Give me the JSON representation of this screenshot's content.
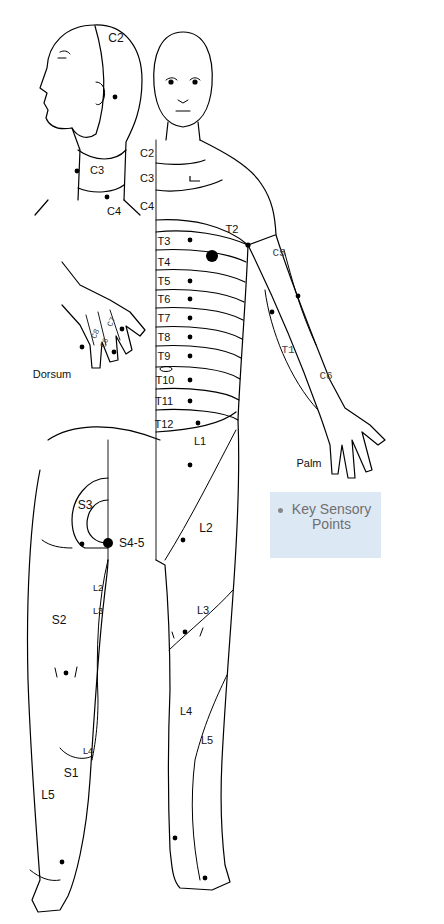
{
  "diagram": {
    "labels": [
      "C2",
      "C3",
      "C4",
      "C2",
      "C3",
      "C4",
      "T2",
      "T3",
      "C5",
      "T4",
      "T5",
      "T6",
      "T7",
      "T8",
      "T9",
      "T1",
      "Dorsum",
      "C8",
      "C7",
      "C6",
      "C6",
      "T10",
      "T11",
      "T12",
      "L1",
      "Palm",
      "S3",
      "L2",
      "S4-5",
      "L2",
      "L3",
      "S2",
      "L3",
      "L4",
      "L5",
      "L4",
      "S1",
      "L5"
    ],
    "legend": [
      {
        "text": "Key Sensory Points"
      }
    ]
  }
}
